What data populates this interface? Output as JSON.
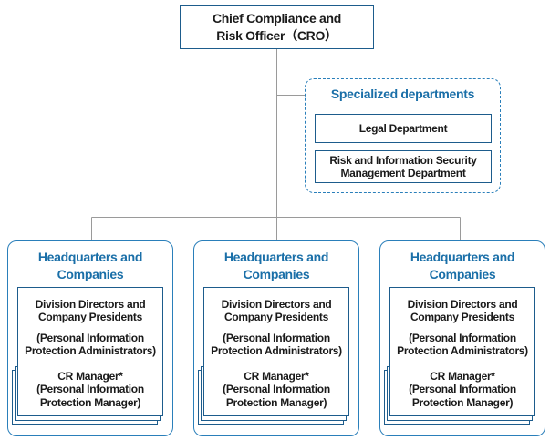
{
  "cro": {
    "lines": [
      "Chief Compliance and",
      "Risk Officer（CRO）"
    ]
  },
  "specialized": {
    "title": "Specialized departments",
    "legal": "Legal Department",
    "risk_lines": [
      "Risk and Information Security",
      "Management Department"
    ]
  },
  "units": [
    {
      "title_lines": [
        "Headquarters and",
        "Companies"
      ],
      "directors_lines": [
        "Division Directors and",
        "Company Presidents"
      ],
      "admin_lines": [
        "(Personal Information",
        "Protection Administrators)"
      ],
      "cr_title": "CR Manager*",
      "cr_lines": [
        "(Personal Information",
        "Protection Manager)"
      ]
    },
    {
      "title_lines": [
        "Headquarters and",
        "Companies"
      ],
      "directors_lines": [
        "Division Directors and",
        "Company Presidents"
      ],
      "admin_lines": [
        "(Personal Information",
        "Protection Administrators)"
      ],
      "cr_title": "CR Manager*",
      "cr_lines": [
        "(Personal Information",
        "Protection Manager)"
      ]
    },
    {
      "title_lines": [
        "Headquarters and",
        "Companies"
      ],
      "directors_lines": [
        "Division Directors and",
        "Company Presidents"
      ],
      "admin_lines": [
        "(Personal Information",
        "Protection Administrators)"
      ],
      "cr_title": "CR Manager*",
      "cr_lines": [
        "(Personal Information",
        "Protection Manager)"
      ]
    }
  ]
}
